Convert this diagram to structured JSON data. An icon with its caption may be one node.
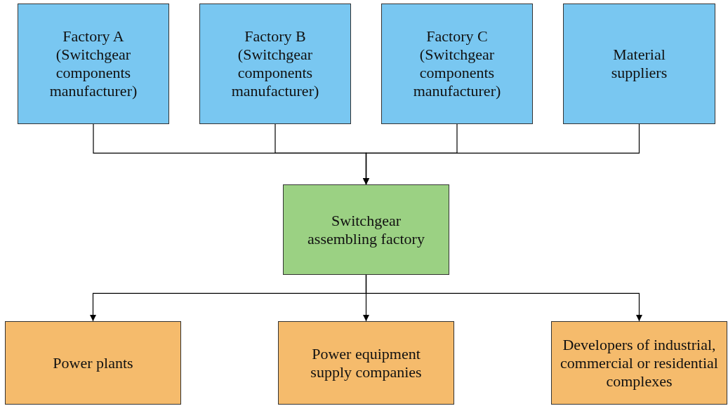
{
  "diagram": {
    "nodes": [
      {
        "text": [
          "Factory A (Switchgear components manufacturer)"
        ]
      },
      {
        "text": [
          "Factory B (Switchgear components manufacturer)"
        ]
      },
      {
        "text": [
          "Factory C (Switchgear components manufacturer)"
        ]
      },
      {
        "text": [
          "Material suppliers"
        ]
      },
      {
        "text": [
          "Switchgear assembling factory"
        ]
      },
      {
        "text": [
          "Power plants"
        ]
      },
      {
        "text": [
          "Power equipment supply companies"
        ]
      },
      {
        "text": [
          "Developers of industrial, commercial or residential complexes"
        ]
      }
    ],
    "edges": [
      {
        "from": 0,
        "to": 4,
        "arrow": "to"
      },
      {
        "from": 1,
        "to": 4,
        "arrow": "to"
      },
      {
        "from": 2,
        "to": 4,
        "arrow": "to"
      },
      {
        "from": 3,
        "to": 4,
        "arrow": "to"
      },
      {
        "from": 4,
        "to": 5,
        "arrow": "to"
      },
      {
        "from": 4,
        "to": 6,
        "arrow": "to"
      },
      {
        "from": 4,
        "to": 7,
        "arrow": "to"
      }
    ]
  }
}
